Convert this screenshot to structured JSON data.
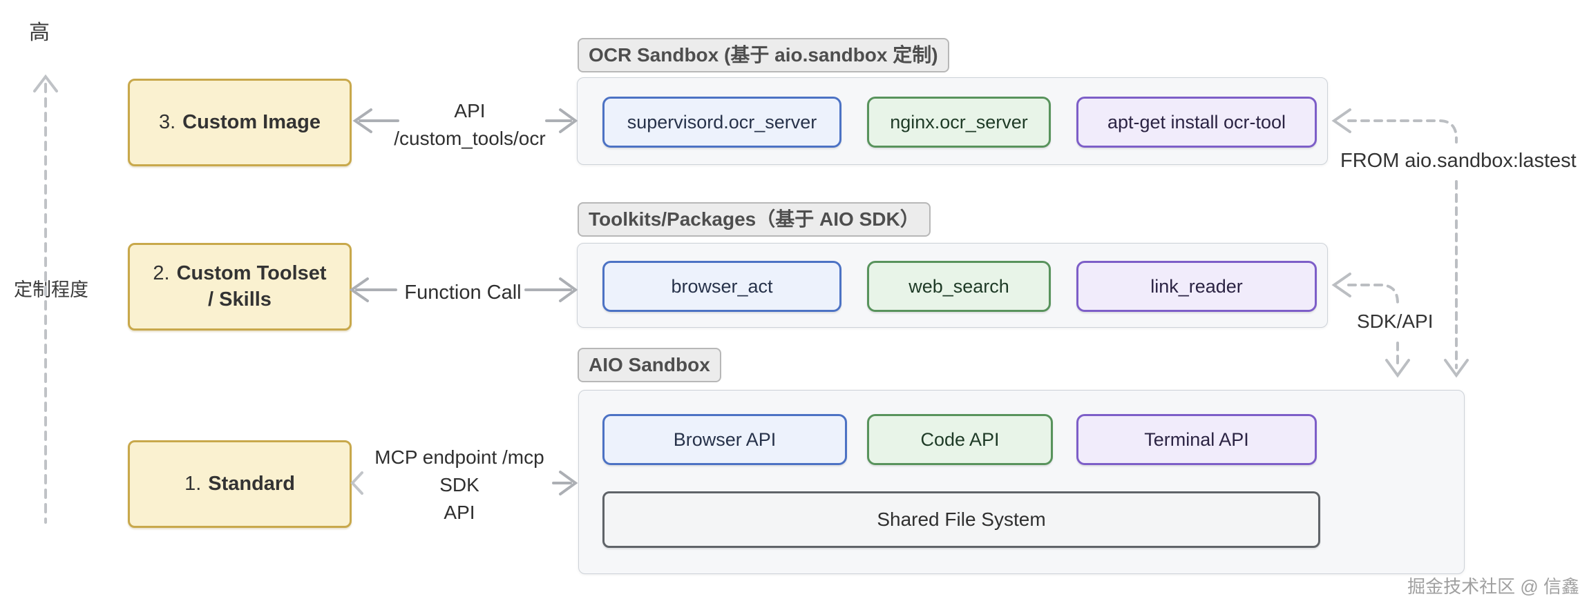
{
  "axis": {
    "high": "高",
    "title": "定制程度"
  },
  "levels": [
    {
      "num": "3.",
      "title": "Custom Image",
      "title2": ""
    },
    {
      "num": "2.",
      "title": "Custom Toolset",
      "title2": "/ Skills"
    },
    {
      "num": "1.",
      "title": "Standard",
      "title2": ""
    }
  ],
  "connections": {
    "custom_image": {
      "line1": "API",
      "line2": "/custom_tools/ocr"
    },
    "custom_toolset": {
      "line1": "Function Call"
    },
    "standard": {
      "line1": "MCP endpoint /mcp",
      "line2": "SDK",
      "line3": "API"
    }
  },
  "groups": [
    {
      "label": "OCR Sandbox (基于 aio.sandbox 定制)",
      "boxes": [
        {
          "text": "supervisord.ocr_server",
          "color": "blue"
        },
        {
          "text": "nginx.ocr_server",
          "color": "green"
        },
        {
          "text": "apt-get install ocr-tool",
          "color": "purple"
        }
      ]
    },
    {
      "label": "Toolkits/Packages（基于 AIO SDK）",
      "boxes": [
        {
          "text": "browser_act",
          "color": "blue"
        },
        {
          "text": "web_search",
          "color": "green"
        },
        {
          "text": "link_reader",
          "color": "purple"
        }
      ]
    },
    {
      "label": "AIO Sandbox",
      "boxes": [
        {
          "text": "Browser API",
          "color": "blue"
        },
        {
          "text": "Code API",
          "color": "green"
        },
        {
          "text": "Terminal API",
          "color": "purple"
        }
      ],
      "shared": "Shared File System"
    }
  ],
  "annotations": {
    "from_image": "FROM aio.sandbox:lastest",
    "sdk_api": "SDK/API",
    "watermark": "掘金技术社区 @ 信鑫"
  },
  "colors": {
    "yellow_bg": "#FAF1D0",
    "yellow_border": "#C8A84B",
    "blue_bg": "#EDF2FC",
    "blue_border": "#4C72C4",
    "green_bg": "#E8F4E8",
    "green_border": "#58935C",
    "purple_bg": "#F1ECFB",
    "purple_border": "#7D5EC8",
    "container_bg": "#F6F7F9",
    "chip_bg": "#ECECEC",
    "arrow_gray": "#ACAFB4",
    "dark_border": "#5F6368"
  }
}
